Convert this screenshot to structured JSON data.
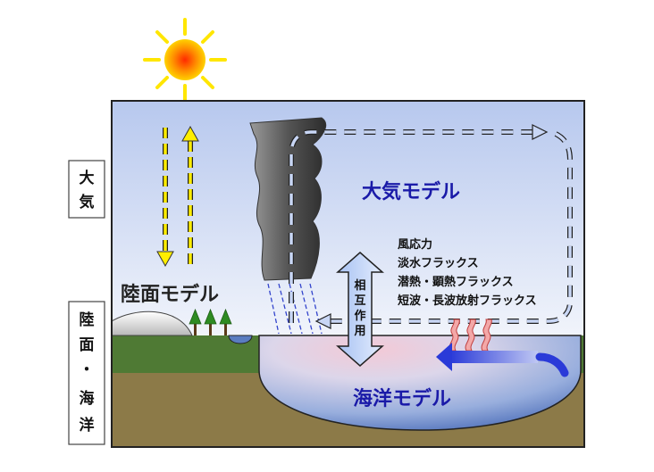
{
  "models": {
    "atmosphere": "大気モデル",
    "land": "陸面モデル",
    "ocean": "海洋モデル"
  },
  "fluxes": [
    "風応力",
    "淡水フラックス",
    "潜熱・顕熱フラックス",
    "短波・長波放射フラックス"
  ],
  "interaction": [
    "相",
    "互",
    "作",
    "用"
  ],
  "side_labels": {
    "atmosphere": [
      "大",
      "気"
    ],
    "land_ocean": [
      "陸",
      "面",
      "・",
      "海",
      "洋"
    ]
  },
  "icons": [
    "sun-icon",
    "cloud-icon",
    "tree-icon",
    "hill-icon",
    "heat-wave-icon"
  ],
  "colors": {
    "sky_top": "#b8c9ef",
    "sky_bottom": "#eef2fb",
    "land": "#4f7a34",
    "soil": "#8c7a48",
    "ocean": "#5d83c4",
    "arrow_yellow": "#ffee00",
    "arrow_blue": "#3344dd",
    "label_blue": "#1a1aa8"
  }
}
